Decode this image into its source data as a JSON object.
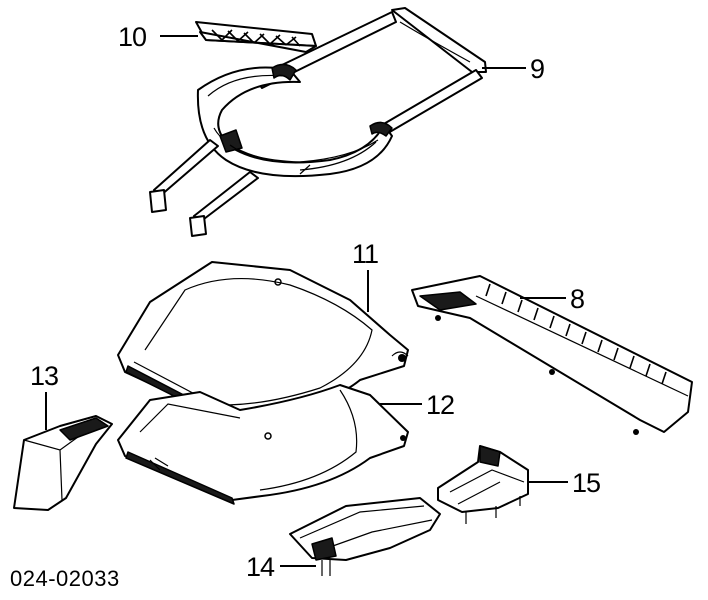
{
  "diagram": {
    "drawing_code": "024-02033",
    "callouts": [
      {
        "id": "c10",
        "label": "10"
      },
      {
        "id": "c9",
        "label": "9"
      },
      {
        "id": "c11",
        "label": "11"
      },
      {
        "id": "c8",
        "label": "8"
      },
      {
        "id": "c13",
        "label": "13"
      },
      {
        "id": "c12",
        "label": "12"
      },
      {
        "id": "c15",
        "label": "15"
      },
      {
        "id": "c14",
        "label": "14"
      }
    ]
  }
}
